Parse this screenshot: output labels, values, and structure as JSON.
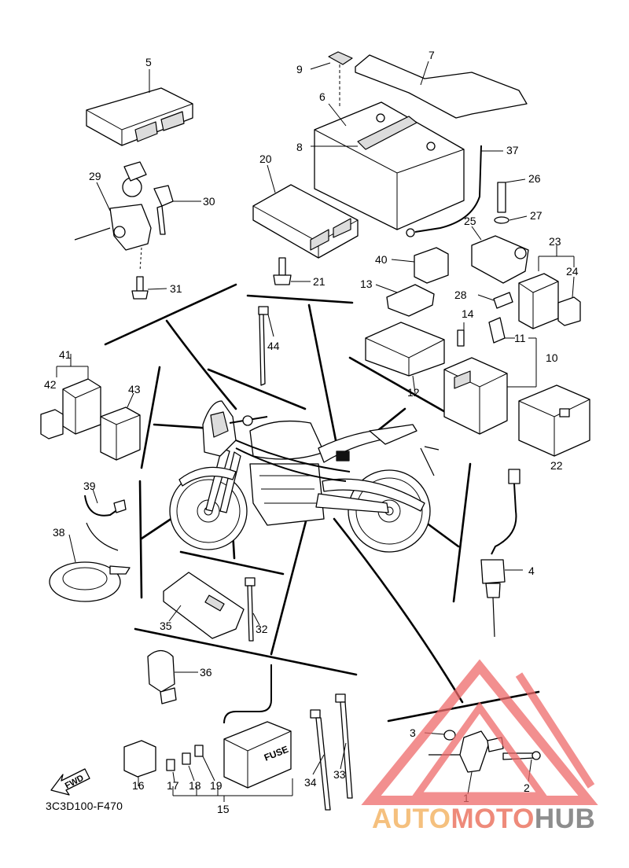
{
  "diagram": {
    "code": "3C3D100-F470",
    "fwd_label": "FWD",
    "fuse_label": "FUSE",
    "callouts": {
      "c1": "1",
      "c2": "2",
      "c3": "3",
      "c4": "4",
      "c5": "5",
      "c6": "6",
      "c7": "7",
      "c8": "8",
      "c9": "9",
      "c10": "10",
      "c11": "11",
      "c12": "12",
      "c13": "13",
      "c14": "14",
      "c15": "15",
      "c16": "16",
      "c17": "17",
      "c18": "18",
      "c19": "19",
      "c20": "20",
      "c21": "21",
      "c22": "22",
      "c23": "23",
      "c24": "24",
      "c25": "25",
      "c26": "26",
      "c27": "27",
      "c28": "28",
      "c29": "29",
      "c30": "30",
      "c31": "31",
      "c32": "32",
      "c33": "33",
      "c34": "34",
      "c35": "35",
      "c36": "36",
      "c37": "37",
      "c38": "38",
      "c39": "39",
      "c40": "40",
      "c41": "41",
      "c42": "42",
      "c43": "43",
      "c44": "44"
    }
  },
  "watermark": {
    "part1": "AUTO",
    "part2": "MOTO",
    "part3": "HUB",
    "colors": {
      "auto": "#f5c07e",
      "moto": "#ee8a7a",
      "hub": "#8d8d8d",
      "triangle": "#ee6a6a"
    }
  }
}
